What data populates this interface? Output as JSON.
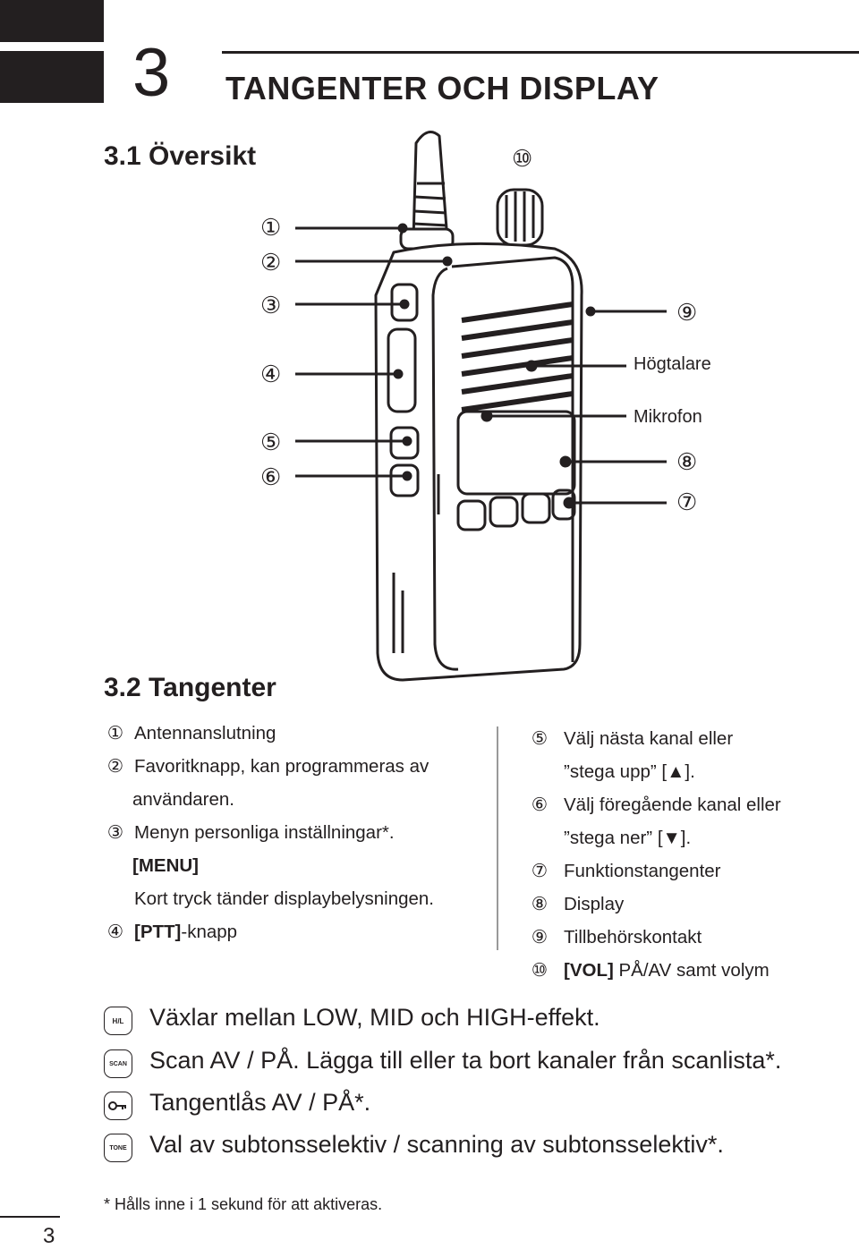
{
  "chapter": {
    "number": "3",
    "title": "TANGENTER OCH DISPLAY"
  },
  "section1": {
    "title": "3.1 Översikt"
  },
  "figure": {
    "markers": [
      "①",
      "②",
      "③",
      "④",
      "⑤",
      "⑥",
      "⑦",
      "⑧",
      "⑨",
      "⑩"
    ],
    "label_speaker": "Högtalare",
    "label_mic": "Mikrofon"
  },
  "section2": {
    "title": "3.2 Tangenter"
  },
  "left_list": [
    {
      "num": "①",
      "text": "Antennanslutning"
    },
    {
      "num": "②",
      "text": "Favoritknapp, kan programmeras av"
    },
    {
      "num": "",
      "text": "användaren."
    },
    {
      "num": "③",
      "text": "Menyn personliga inställningar*."
    },
    {
      "num": "",
      "text": "[MENU]"
    },
    {
      "num": "",
      "text": "Kort tryck tänder displaybelysningen."
    },
    {
      "num": "④",
      "text_bold": "[PTT]",
      "text": "-knapp"
    }
  ],
  "right_list": [
    {
      "num": "⑤",
      "text": "Välj nästa kanal eller"
    },
    {
      "num": "",
      "text": "”stega upp” [▲]."
    },
    {
      "num": "⑥",
      "text": "Välj föregående kanal eller"
    },
    {
      "num": "",
      "text": "”stega ner” [▼]."
    },
    {
      "num": "⑦",
      "text": "Funktionstangenter"
    },
    {
      "num": "⑧",
      "text": "Display"
    },
    {
      "num": "⑨",
      "text": "Tillbehörskontakt"
    },
    {
      "num": "⑩",
      "text_bold": "[VOL]",
      "text": " PÅ/AV samt volym"
    }
  ],
  "keys": [
    {
      "icon": "H/L",
      "text": "Växlar mellan LOW, MID och HIGH-effekt."
    },
    {
      "icon": "SCAN",
      "text": "Scan AV / PÅ. Lägga till eller ta bort kanaler från scanlista*."
    },
    {
      "icon": "key",
      "text": "Tangentlås AV / PÅ*."
    },
    {
      "icon": "TONE",
      "text": "Val av subtonsselektiv / scanning av subtonsselektiv*."
    }
  ],
  "footnote": "* Hålls inne i 1 sekund för att aktiveras.",
  "page_number": "3"
}
